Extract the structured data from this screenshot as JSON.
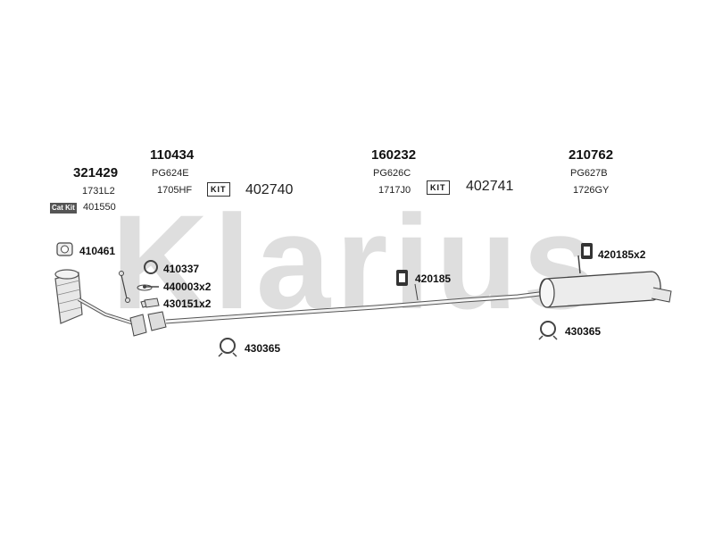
{
  "watermark": {
    "text": "Klarius",
    "color": "#d9d9d9"
  },
  "groups": [
    {
      "part_number": "321429",
      "code": "1731L2"
    },
    {
      "part_number": "110434",
      "code": "PG624E",
      "sub_code": "1705HF",
      "kit_label": "KIT",
      "kit_number": "402740"
    },
    {
      "part_number": "160232",
      "code": "PG626C",
      "sub_code": "1717J0",
      "kit_label": "KIT",
      "kit_number": "402741"
    },
    {
      "part_number": "210762",
      "code": "PG627B",
      "sub_code": "1726GY"
    }
  ],
  "catkit": {
    "label": "Cat Kit",
    "number": "401550"
  },
  "parts": {
    "p410461": "410461",
    "p410337": "410337",
    "p440003": "440003x2",
    "p430151": "430151x2",
    "p430365_left": "430365",
    "p420185": "420185",
    "p420185x2": "420185x2",
    "p430365_right": "430365"
  },
  "icons": {
    "clamp": "clamp-ring-icon",
    "mount": "rubber-mount-icon",
    "gasket": "gasket-icon",
    "bolt": "bolt-icon"
  }
}
